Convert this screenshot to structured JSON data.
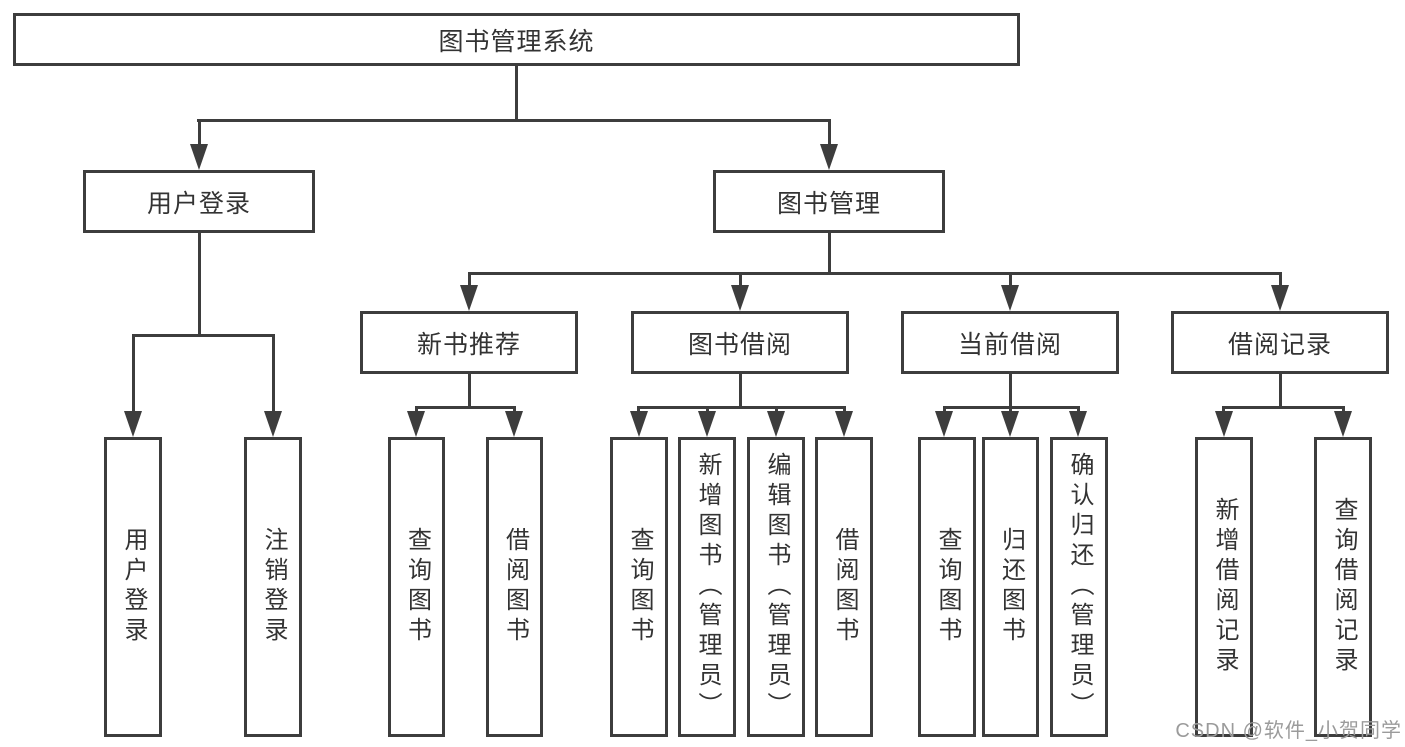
{
  "diagram": {
    "title": "图书管理系统",
    "root": {
      "label": "图书管理系统"
    },
    "level1": {
      "user_login": {
        "label": "用户登录"
      },
      "book_mgmt": {
        "label": "图书管理"
      }
    },
    "level2": {
      "new_books": {
        "label": "新书推荐"
      },
      "borrowing": {
        "label": "图书借阅"
      },
      "current": {
        "label": "当前借阅"
      },
      "records": {
        "label": "借阅记录"
      }
    },
    "leaves": {
      "user_login_leaf": {
        "label": "用户登录"
      },
      "logout": {
        "label": "注销登录"
      },
      "nb_query_book": {
        "label": "查询图书"
      },
      "nb_borrow_book": {
        "label": "借阅图书"
      },
      "bw_query_book": {
        "label": "查询图书"
      },
      "bw_add_book": {
        "label": "新增图书（管理员）"
      },
      "bw_edit_book": {
        "label": "编辑图书（管理员）"
      },
      "bw_borrow_book": {
        "label": "借阅图书"
      },
      "cur_query_book": {
        "label": "查询图书"
      },
      "cur_return_book": {
        "label": "归还图书"
      },
      "cur_confirm_return": {
        "label": "确认归还（管理员）"
      },
      "rec_add_record": {
        "label": "新增借阅记录"
      },
      "rec_query_record": {
        "label": "查询借阅记录"
      }
    },
    "watermark": "CSDN @软件_小贺同学",
    "colors": {
      "line": "#3d3d3d",
      "text": "#333333",
      "watermark": "#9b9b9b",
      "background": "#ffffff"
    }
  }
}
